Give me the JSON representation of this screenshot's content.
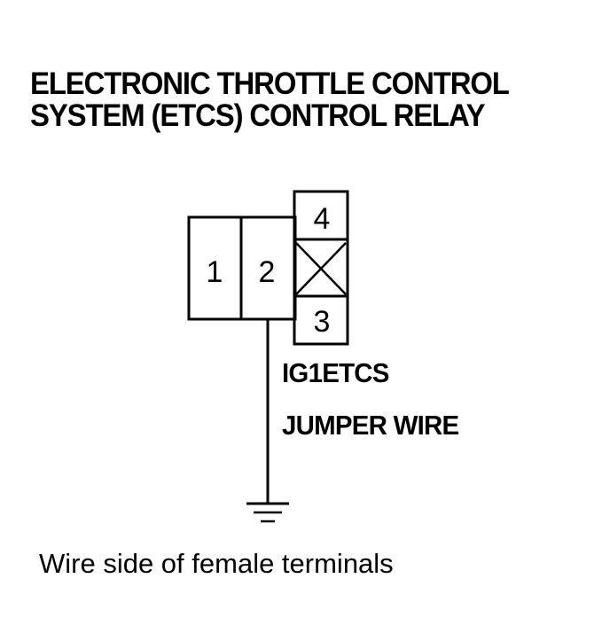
{
  "title": {
    "line1": "ELECTRONIC THROTTLE CONTROL",
    "line2": "SYSTEM (ETCS) CONTROL RELAY"
  },
  "connector": {
    "terminals": [
      {
        "number": "1"
      },
      {
        "number": "2"
      },
      {
        "number": "4"
      },
      {
        "number": "3"
      }
    ]
  },
  "wire": {
    "name": "IG1ETCS",
    "jumper_label": "JUMPER WIRE"
  },
  "caption": "Wire side of female terminals"
}
